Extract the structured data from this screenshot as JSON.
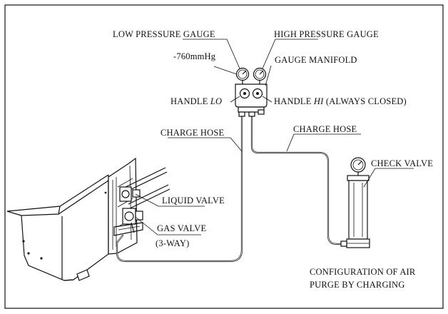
{
  "labels": {
    "low_pressure_gauge": "LOW PRESSURE GAUGE",
    "high_pressure_gauge": "HIGH PRESSURE GAUGE",
    "vacuum_reading": "-760mmHg",
    "gauge_manifold": "GAUGE MANIFOLD",
    "handle_lo_prefix": "HANDLE ",
    "handle_lo_suffix": "LO",
    "handle_hi_prefix": "HANDLE ",
    "handle_hi_mid": "HI",
    "handle_hi_suffix": " (ALWAYS CLOSED)",
    "charge_hose_left": "CHARGE HOSE",
    "charge_hose_right": "CHARGE HOSE",
    "check_valve": "CHECK VALVE",
    "liquid_valve": "LIQUID VALVE",
    "gas_valve": "GAS VALVE",
    "gas_valve_type": "(3-WAY)"
  },
  "caption": {
    "line1": "CONFIGURATION OF AIR",
    "line2": "PURGE BY CHARGING"
  }
}
